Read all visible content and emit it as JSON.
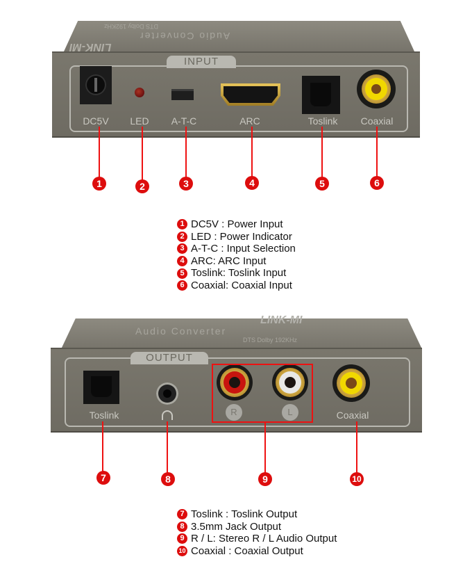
{
  "colors": {
    "accent_red": "#dd0d0d",
    "device_gray": "#76736a",
    "label_gray": "#c9c8c1"
  },
  "input_device": {
    "brand": "LINK-MI",
    "top_line1": "Audio Converter",
    "top_line2": "DTS Dolby 192KHz",
    "panel_title": "INPUT",
    "ports": [
      {
        "id": 1,
        "label": "DC5V",
        "icon": "dc-power-jack-icon"
      },
      {
        "id": 2,
        "label": "LED",
        "icon": "led-indicator-icon"
      },
      {
        "id": 3,
        "label": "A-T-C",
        "icon": "slide-switch-icon"
      },
      {
        "id": 4,
        "label": "ARC",
        "icon": "hdmi-port-icon"
      },
      {
        "id": 5,
        "label": "Toslink",
        "icon": "optical-port-icon"
      },
      {
        "id": 6,
        "label": "Coaxial",
        "icon": "rca-yellow-icon"
      }
    ]
  },
  "input_legend": [
    {
      "num": "1",
      "text": "DC5V : Power Input"
    },
    {
      "num": "2",
      "text": "LED : Power Indicator"
    },
    {
      "num": "3",
      "text": "A-T-C : Input Selection"
    },
    {
      "num": "4",
      "text": "ARC: ARC Input"
    },
    {
      "num": "5",
      "text": "Toslink: Toslink Input"
    },
    {
      "num": "6",
      "text": "Coaxial: Coaxial Input"
    }
  ],
  "output_device": {
    "brand": "LINK-MI",
    "top_line1": "Audio Converter",
    "top_line2": "DTS Dolby 192KHz",
    "panel_title": "OUTPUT",
    "ports": [
      {
        "id": 7,
        "label": "Toslink",
        "icon": "optical-port-icon"
      },
      {
        "id": 8,
        "label": "",
        "icon": "headphone-icon"
      },
      {
        "id": 9,
        "label_r": "R",
        "label_l": "L",
        "icon": "rca-stereo-icon"
      },
      {
        "id": 10,
        "label": "Coaxial",
        "icon": "rca-yellow-icon"
      }
    ]
  },
  "output_legend": [
    {
      "num": "7",
      "text": "Toslink : Toslink Output"
    },
    {
      "num": "8",
      "text": "3.5mm Jack Output"
    },
    {
      "num": "9",
      "text": "R / L: Stereo R / L Audio Output"
    },
    {
      "num": "10",
      "text": "Coaxial : Coaxial Output"
    }
  ],
  "badges": [
    "1",
    "2",
    "3",
    "4",
    "5",
    "6",
    "7",
    "8",
    "9",
    "10"
  ]
}
